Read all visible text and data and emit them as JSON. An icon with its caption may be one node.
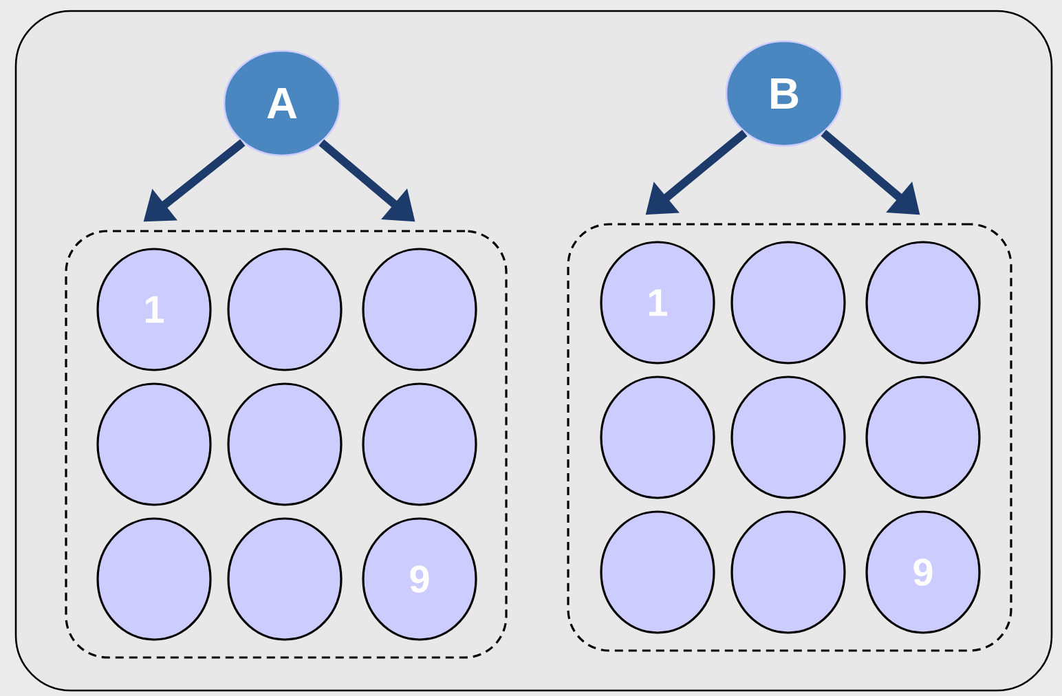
{
  "diagram": {
    "nodes": [
      {
        "text": [],
        "shape": "box"
      },
      {
        "text": [
          "A"
        ],
        "in": 0
      },
      {
        "text": [],
        "shape": "box",
        "in": 0
      },
      {
        "text": [
          "1"
        ],
        "in": 2
      },
      {
        "text": [],
        "shape": "circle",
        "in": 2
      },
      {
        "text": [],
        "shape": "circle",
        "in": 2
      },
      {
        "text": [],
        "shape": "circle",
        "in": 2
      },
      {
        "text": [],
        "shape": "circle",
        "in": 2
      },
      {
        "text": [],
        "shape": "circle",
        "in": 2
      },
      {
        "text": [],
        "shape": "circle",
        "in": 2
      },
      {
        "text": [],
        "shape": "circle",
        "in": 2
      },
      {
        "text": [
          "9"
        ],
        "in": 2
      },
      {
        "text": [
          "B"
        ],
        "in": 0
      },
      {
        "text": [],
        "shape": "box",
        "in": 0
      },
      {
        "text": [
          "1"
        ],
        "in": 13
      },
      {
        "text": [],
        "shape": "circle",
        "in": 13
      },
      {
        "text": [],
        "shape": "circle",
        "in": 13
      },
      {
        "text": [],
        "shape": "circle",
        "in": 13
      },
      {
        "text": [],
        "shape": "circle",
        "in": 13
      },
      {
        "text": [],
        "shape": "circle",
        "in": 13
      },
      {
        "text": [],
        "shape": "circle",
        "in": 13
      },
      {
        "text": [],
        "shape": "circle",
        "in": 13
      },
      {
        "text": [
          "9"
        ],
        "in": 13
      }
    ],
    "edges": [
      {
        "from": 1,
        "to": 2,
        "arrow": "to"
      },
      {
        "from": 1,
        "to": 2,
        "arrow": "to"
      },
      {
        "from": 12,
        "to": 13,
        "arrow": "to"
      },
      {
        "from": 12,
        "to": 13,
        "arrow": "to"
      }
    ]
  }
}
